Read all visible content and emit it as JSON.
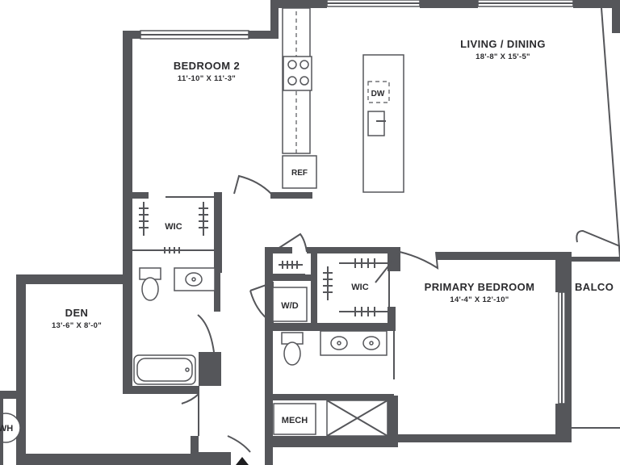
{
  "rooms": {
    "living": {
      "name": "LIVING / DINING",
      "dims": "18'-8\" X 15'-5\""
    },
    "bedroom2": {
      "name": "BEDROOM 2",
      "dims": "11'-10\" X 11'-3\""
    },
    "primary": {
      "name": "PRIMARY BEDROOM",
      "dims": "14'-4\" X 12'-10\""
    },
    "den": {
      "name": "DEN",
      "dims": "13'-6\" X 8'-0\""
    },
    "balcony": {
      "name": "BALCO"
    }
  },
  "labels": {
    "wic_1": "WIC",
    "wic_2": "WIC",
    "dw": "DW",
    "ref": "REF",
    "wd": "W/D",
    "mech": "MECH",
    "wh": "WH"
  },
  "colors": {
    "wall": "#55565a",
    "background": "#ffffff",
    "text": "#2b2b2e"
  }
}
